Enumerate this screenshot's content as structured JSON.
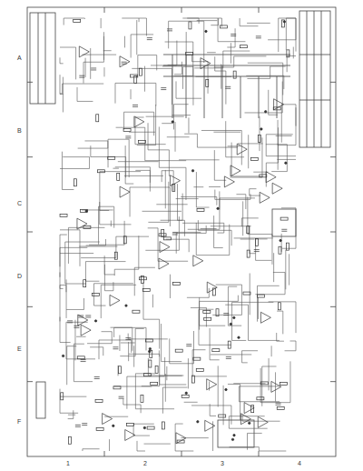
{
  "diagram": {
    "labels": [
      "A",
      "B",
      "C",
      "D",
      "E",
      "F",
      "1",
      "2",
      "3",
      "4"
    ]
  }
}
